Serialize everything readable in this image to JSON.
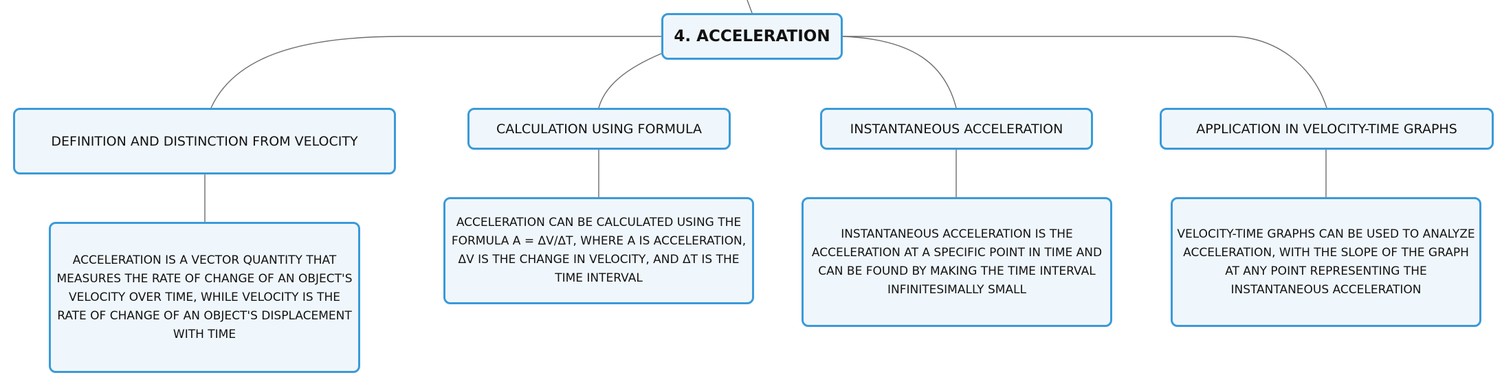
{
  "root": {
    "title": "4. ACCELERATION"
  },
  "topics": [
    {
      "title": "DEFINITION AND DISTINCTION FROM VELOCITY",
      "detail": "ACCELERATION IS A VECTOR QUANTITY THAT MEASURES THE RATE OF CHANGE OF AN OBJECT'S VELOCITY OVER TIME, WHILE VELOCITY IS THE RATE OF CHANGE OF AN OBJECT'S DISPLACEMENT WITH TIME"
    },
    {
      "title": "CALCULATION USING FORMULA",
      "detail": "ACCELERATION CAN BE CALCULATED USING THE FORMULA A = ΔV/ΔT, WHERE A IS ACCELERATION, ΔV IS THE CHANGE IN VELOCITY, AND ΔT IS THE TIME INTERVAL"
    },
    {
      "title": "INSTANTANEOUS ACCELERATION",
      "detail": "INSTANTANEOUS ACCELERATION IS THE ACCELERATION AT A SPECIFIC POINT IN TIME AND CAN BE FOUND BY MAKING THE TIME INTERVAL INFINITESIMALLY SMALL"
    },
    {
      "title": "APPLICATION IN VELOCITY-TIME GRAPHS",
      "detail": "VELOCITY-TIME GRAPHS CAN BE USED TO ANALYZE ACCELERATION, WITH THE SLOPE OF THE GRAPH AT ANY POINT REPRESENTING THE INSTANTANEOUS ACCELERATION"
    }
  ],
  "colors": {
    "node_border": "#3a9ad9",
    "node_fill": "#f0f7fc",
    "connector": "#6d6d6d",
    "text": "#111111"
  }
}
